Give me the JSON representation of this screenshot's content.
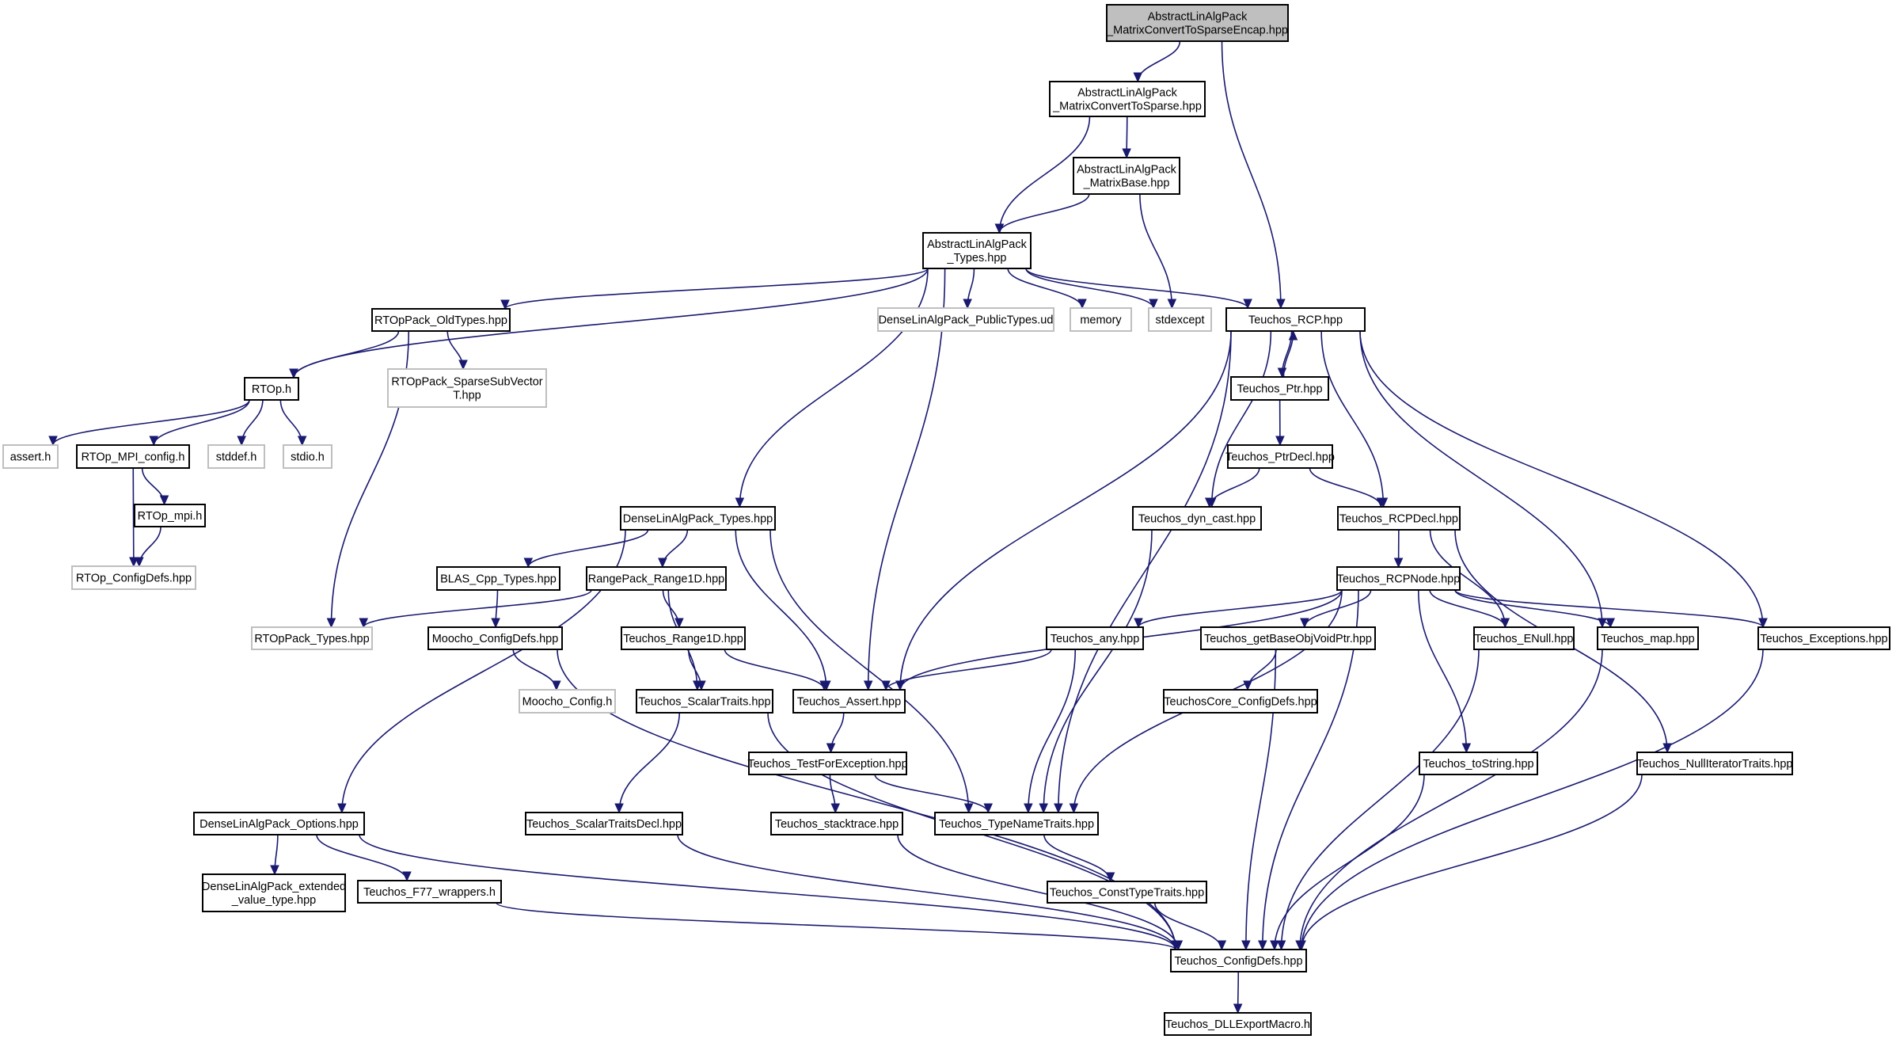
{
  "colors": {
    "background": "#ffffff",
    "edge": "#191970",
    "root_fill": "#bfbfbf",
    "node_border": "#000000",
    "external_border": "#bfbfbf",
    "external_text": "#000000"
  },
  "nodes": [
    {
      "id": "root",
      "lines": [
        "AbstractLinAlgPack",
        "_MatrixConvertToSparseEncap.hpp"
      ],
      "kind": "root"
    },
    {
      "id": "mcts",
      "lines": [
        "AbstractLinAlgPack",
        "_MatrixConvertToSparse.hpp"
      ],
      "kind": "local"
    },
    {
      "id": "mbase",
      "lines": [
        "AbstractLinAlgPack",
        "_MatrixBase.hpp"
      ],
      "kind": "local"
    },
    {
      "id": "types",
      "lines": [
        "AbstractLinAlgPack",
        "_Types.hpp"
      ],
      "kind": "local"
    },
    {
      "id": "oldtypes",
      "lines": [
        "RTOpPack_OldTypes.hpp"
      ],
      "kind": "local"
    },
    {
      "id": "dlapub",
      "lines": [
        "DenseLinAlgPack_PublicTypes.ud"
      ],
      "kind": "external"
    },
    {
      "id": "memory",
      "lines": [
        "memory"
      ],
      "kind": "external"
    },
    {
      "id": "stdexcept",
      "lines": [
        "stdexcept"
      ],
      "kind": "external"
    },
    {
      "id": "rcp",
      "lines": [
        "Teuchos_RCP.hpp"
      ],
      "kind": "local"
    },
    {
      "id": "sparsesub",
      "lines": [
        "RTOpPack_SparseSubVector",
        "T.hpp"
      ],
      "kind": "external"
    },
    {
      "id": "rtoph",
      "lines": [
        "RTOp.h"
      ],
      "kind": "local"
    },
    {
      "id": "ptr",
      "lines": [
        "Teuchos_Ptr.hpp"
      ],
      "kind": "local"
    },
    {
      "id": "asserth",
      "lines": [
        "assert.h"
      ],
      "kind": "external"
    },
    {
      "id": "mpiconfig",
      "lines": [
        "RTOp_MPI_config.h"
      ],
      "kind": "local"
    },
    {
      "id": "stddef",
      "lines": [
        "stddef.h"
      ],
      "kind": "external"
    },
    {
      "id": "stdio",
      "lines": [
        "stdio.h"
      ],
      "kind": "external"
    },
    {
      "id": "ptrdecl",
      "lines": [
        "Teuchos_PtrDecl.hpp"
      ],
      "kind": "local"
    },
    {
      "id": "rtopmpi",
      "lines": [
        "RTOp_mpi.h"
      ],
      "kind": "local"
    },
    {
      "id": "dlatypes",
      "lines": [
        "DenseLinAlgPack_Types.hpp"
      ],
      "kind": "local"
    },
    {
      "id": "dyncast",
      "lines": [
        "Teuchos_dyn_cast.hpp"
      ],
      "kind": "local"
    },
    {
      "id": "rcpdecl",
      "lines": [
        "Teuchos_RCPDecl.hpp"
      ],
      "kind": "local"
    },
    {
      "id": "rtopconfig",
      "lines": [
        "RTOp_ConfigDefs.hpp"
      ],
      "kind": "external"
    },
    {
      "id": "blas",
      "lines": [
        "BLAS_Cpp_Types.hpp"
      ],
      "kind": "local"
    },
    {
      "id": "range1dpack",
      "lines": [
        "RangePack_Range1D.hpp"
      ],
      "kind": "local"
    },
    {
      "id": "rcpnode",
      "lines": [
        "Teuchos_RCPNode.hpp"
      ],
      "kind": "local"
    },
    {
      "id": "rtoptypes",
      "lines": [
        "RTOpPack_Types.hpp"
      ],
      "kind": "external"
    },
    {
      "id": "moochocfg",
      "lines": [
        "Moocho_ConfigDefs.hpp"
      ],
      "kind": "local"
    },
    {
      "id": "trange1d",
      "lines": [
        "Teuchos_Range1D.hpp"
      ],
      "kind": "local"
    },
    {
      "id": "any",
      "lines": [
        "Teuchos_any.hpp"
      ],
      "kind": "local"
    },
    {
      "id": "getbase",
      "lines": [
        "Teuchos_getBaseObjVoidPtr.hpp"
      ],
      "kind": "local"
    },
    {
      "id": "enull",
      "lines": [
        "Teuchos_ENull.hpp"
      ],
      "kind": "local"
    },
    {
      "id": "map",
      "lines": [
        "Teuchos_map.hpp"
      ],
      "kind": "local"
    },
    {
      "id": "exceptions",
      "lines": [
        "Teuchos_Exceptions.hpp"
      ],
      "kind": "local"
    },
    {
      "id": "moochoconfigh",
      "lines": [
        "Moocho_Config.h"
      ],
      "kind": "external"
    },
    {
      "id": "scalartraits",
      "lines": [
        "Teuchos_ScalarTraits.hpp"
      ],
      "kind": "local"
    },
    {
      "id": "tassert",
      "lines": [
        "Teuchos_Assert.hpp"
      ],
      "kind": "local"
    },
    {
      "id": "coreconfig",
      "lines": [
        "TeuchosCore_ConfigDefs.hpp"
      ],
      "kind": "local"
    },
    {
      "id": "testfor",
      "lines": [
        "Teuchos_TestForException.hpp"
      ],
      "kind": "local"
    },
    {
      "id": "tostring",
      "lines": [
        "Teuchos_toString.hpp"
      ],
      "kind": "local"
    },
    {
      "id": "nulliter",
      "lines": [
        "Teuchos_NullIteratorTraits.hpp"
      ],
      "kind": "local"
    },
    {
      "id": "dlaoptions",
      "lines": [
        "DenseLinAlgPack_Options.hpp"
      ],
      "kind": "local"
    },
    {
      "id": "scalardecl",
      "lines": [
        "Teuchos_ScalarTraitsDecl.hpp"
      ],
      "kind": "local"
    },
    {
      "id": "stacktrace",
      "lines": [
        "Teuchos_stacktrace.hpp"
      ],
      "kind": "local"
    },
    {
      "id": "typename",
      "lines": [
        "Teuchos_TypeNameTraits.hpp"
      ],
      "kind": "local"
    },
    {
      "id": "dlaext",
      "lines": [
        "DenseLinAlgPack_extended",
        "_value_type.hpp"
      ],
      "kind": "local"
    },
    {
      "id": "f77",
      "lines": [
        "Teuchos_F77_wrappers.h"
      ],
      "kind": "local"
    },
    {
      "id": "consttype",
      "lines": [
        "Teuchos_ConstTypeTraits.hpp"
      ],
      "kind": "local"
    },
    {
      "id": "tconfig",
      "lines": [
        "Teuchos_ConfigDefs.hpp"
      ],
      "kind": "local"
    },
    {
      "id": "dllexport",
      "lines": [
        "Teuchos_DLLExportMacro.h"
      ],
      "kind": "local"
    }
  ],
  "edges": [
    [
      "root",
      "mcts"
    ],
    [
      "root",
      "rcp"
    ],
    [
      "mcts",
      "types"
    ],
    [
      "mcts",
      "mbase"
    ],
    [
      "mbase",
      "types"
    ],
    [
      "mbase",
      "stdexcept"
    ],
    [
      "types",
      "rtoph"
    ],
    [
      "types",
      "oldtypes"
    ],
    [
      "types",
      "dlatypes"
    ],
    [
      "types",
      "tassert"
    ],
    [
      "types",
      "dlapub"
    ],
    [
      "types",
      "memory"
    ],
    [
      "types",
      "stdexcept"
    ],
    [
      "types",
      "rcp"
    ],
    [
      "oldtypes",
      "rtoph"
    ],
    [
      "oldtypes",
      "sparsesub"
    ],
    [
      "oldtypes",
      "rtoptypes"
    ],
    [
      "rtoph",
      "asserth"
    ],
    [
      "rtoph",
      "mpiconfig"
    ],
    [
      "rtoph",
      "stddef"
    ],
    [
      "rtoph",
      "stdio"
    ],
    [
      "mpiconfig",
      "rtopmpi"
    ],
    [
      "mpiconfig",
      "rtopconfig"
    ],
    [
      "rtopmpi",
      "rtopconfig"
    ],
    [
      "rcp",
      "tassert"
    ],
    [
      "rcp",
      "typename"
    ],
    [
      "rcp",
      "dyncast"
    ],
    [
      "rcp",
      "ptr"
    ],
    [
      "rcp",
      "rcpdecl"
    ],
    [
      "rcp",
      "map"
    ],
    [
      "rcp",
      "exceptions"
    ],
    [
      "ptr",
      "rcp"
    ],
    [
      "ptr",
      "ptrdecl"
    ],
    [
      "ptrdecl",
      "dyncast"
    ],
    [
      "ptrdecl",
      "rcpdecl"
    ],
    [
      "dyncast",
      "typename"
    ],
    [
      "rcpdecl",
      "rcpnode"
    ],
    [
      "rcpdecl",
      "enull"
    ],
    [
      "rcpdecl",
      "nulliter"
    ],
    [
      "dlatypes",
      "dlaoptions"
    ],
    [
      "dlatypes",
      "blas"
    ],
    [
      "dlatypes",
      "range1dpack"
    ],
    [
      "dlatypes",
      "tassert"
    ],
    [
      "dlatypes",
      "typename"
    ],
    [
      "blas",
      "moochocfg"
    ],
    [
      "range1dpack",
      "rtoptypes"
    ],
    [
      "range1dpack",
      "trange1d"
    ],
    [
      "range1dpack",
      "scalartraits"
    ],
    [
      "moochocfg",
      "moochoconfigh"
    ],
    [
      "moochocfg",
      "tconfig"
    ],
    [
      "trange1d",
      "scalartraits"
    ],
    [
      "trange1d",
      "tassert"
    ],
    [
      "rcpnode",
      "tassert"
    ],
    [
      "rcpnode",
      "any"
    ],
    [
      "rcpnode",
      "typename"
    ],
    [
      "rcpnode",
      "getbase"
    ],
    [
      "rcpnode",
      "enull"
    ],
    [
      "rcpnode",
      "map"
    ],
    [
      "rcpnode",
      "exceptions"
    ],
    [
      "rcpnode",
      "tostring"
    ],
    [
      "rcpnode",
      "tconfig"
    ],
    [
      "any",
      "tassert"
    ],
    [
      "any",
      "typename"
    ],
    [
      "getbase",
      "coreconfig"
    ],
    [
      "getbase",
      "tconfig"
    ],
    [
      "enull",
      "tconfig"
    ],
    [
      "map",
      "tconfig"
    ],
    [
      "exceptions",
      "tconfig"
    ],
    [
      "tostring",
      "tconfig"
    ],
    [
      "nulliter",
      "tconfig"
    ],
    [
      "scalartraits",
      "scalardecl"
    ],
    [
      "scalartraits",
      "tconfig"
    ],
    [
      "tassert",
      "testfor"
    ],
    [
      "testfor",
      "stacktrace"
    ],
    [
      "testfor",
      "typename"
    ],
    [
      "stacktrace",
      "tconfig"
    ],
    [
      "scalardecl",
      "tconfig"
    ],
    [
      "typename",
      "consttype"
    ],
    [
      "consttype",
      "tconfig"
    ],
    [
      "dlaoptions",
      "dlaext"
    ],
    [
      "dlaoptions",
      "f77"
    ],
    [
      "dlaoptions",
      "tconfig"
    ],
    [
      "f77",
      "tconfig"
    ],
    [
      "tconfig",
      "dllexport"
    ]
  ]
}
